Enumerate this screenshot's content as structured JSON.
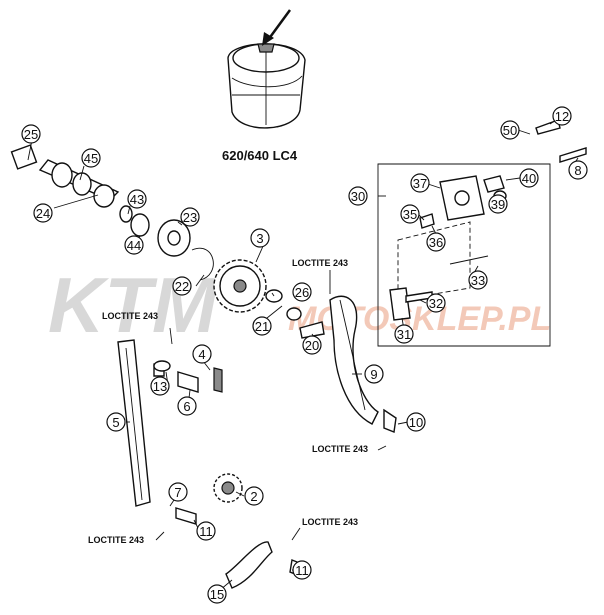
{
  "model_label": "620/640 LC4",
  "watermark": {
    "brand": "KTM",
    "shop": "MOTOSKLEP.PL"
  },
  "loctite_labels": [
    "LOCTITE 243",
    "LOCTITE 243",
    "LOCTITE 243",
    "LOCTITE 243",
    "LOCTITE 243"
  ],
  "callouts": [
    "25",
    "45",
    "24",
    "43",
    "44",
    "23",
    "22",
    "3",
    "21",
    "26",
    "20",
    "4",
    "13",
    "6",
    "5",
    "9",
    "10",
    "7",
    "2",
    "11",
    "15",
    "11",
    "30",
    "37",
    "35",
    "36",
    "50",
    "12",
    "40",
    "8",
    "39",
    "33",
    "32",
    "31"
  ]
}
